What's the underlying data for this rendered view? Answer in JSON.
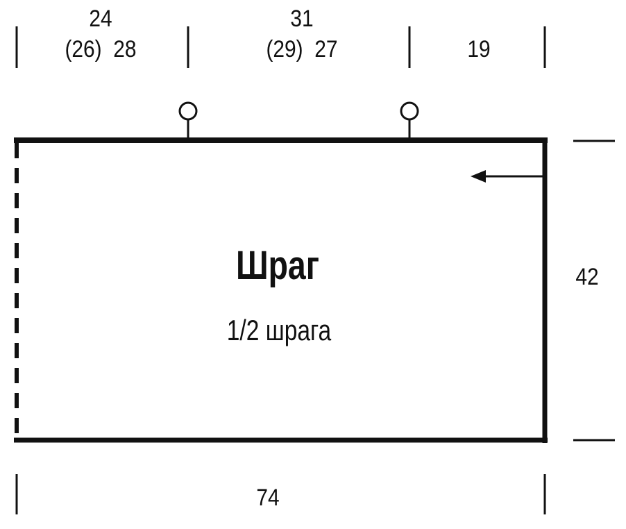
{
  "diagram": {
    "title": "Шраг",
    "subtitle": "1/2 шрага",
    "top_dimensions": [
      {
        "line1": "24",
        "line2": "(26)  28"
      },
      {
        "line1": "31",
        "line2": "(29)  27"
      },
      {
        "line1": "",
        "line2": "19"
      }
    ],
    "height_dimension": "42",
    "width_dimension": "74",
    "colors": {
      "ink": "#111111",
      "background": "#ffffff"
    }
  }
}
